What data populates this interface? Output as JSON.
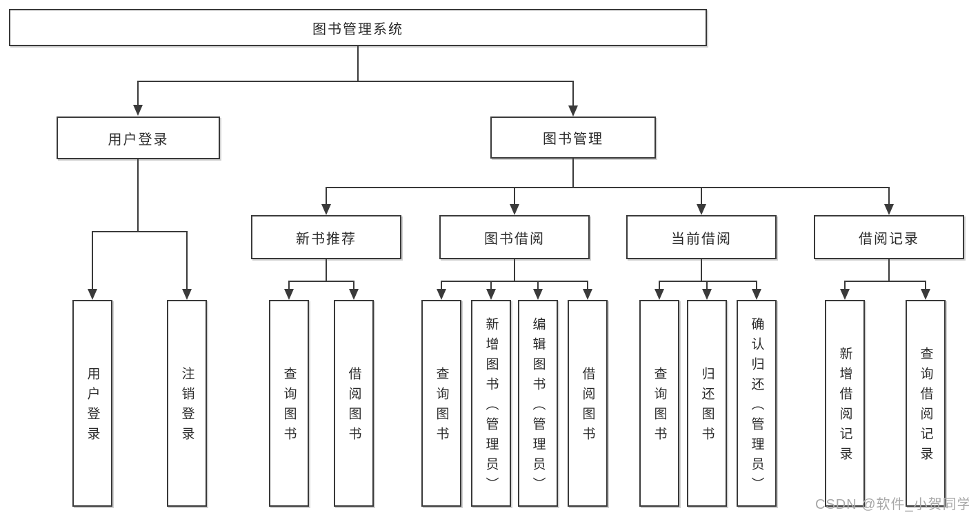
{
  "diagram_title": "图书管理系统",
  "tree": {
    "label": "图书管理系统",
    "children": [
      {
        "label": "用户登录",
        "children": [
          {
            "label": "用户登录"
          },
          {
            "label": "注销登录"
          }
        ]
      },
      {
        "label": "图书管理",
        "children": [
          {
            "label": "新书推荐",
            "children": [
              {
                "label": "查询图书"
              },
              {
                "label": "借阅图书"
              }
            ]
          },
          {
            "label": "图书借阅",
            "children": [
              {
                "label": "查询图书"
              },
              {
                "label": "新增图书（管理员）"
              },
              {
                "label": "编辑图书（管理员）"
              },
              {
                "label": "借阅图书"
              }
            ]
          },
          {
            "label": "当前借阅",
            "children": [
              {
                "label": "查询图书"
              },
              {
                "label": "归还图书"
              },
              {
                "label": "确认归还（管理员）"
              }
            ]
          },
          {
            "label": "借阅记录",
            "children": [
              {
                "label": "新增借阅记录"
              },
              {
                "label": "查询借阅记录"
              }
            ]
          }
        ]
      }
    ]
  },
  "watermark": "CSDN @软件_小贺同学",
  "colors": {
    "line": "#3a3a3a",
    "text": "#2b2b2b",
    "watermark": "#a8a8a8",
    "background": "#ffffff"
  }
}
